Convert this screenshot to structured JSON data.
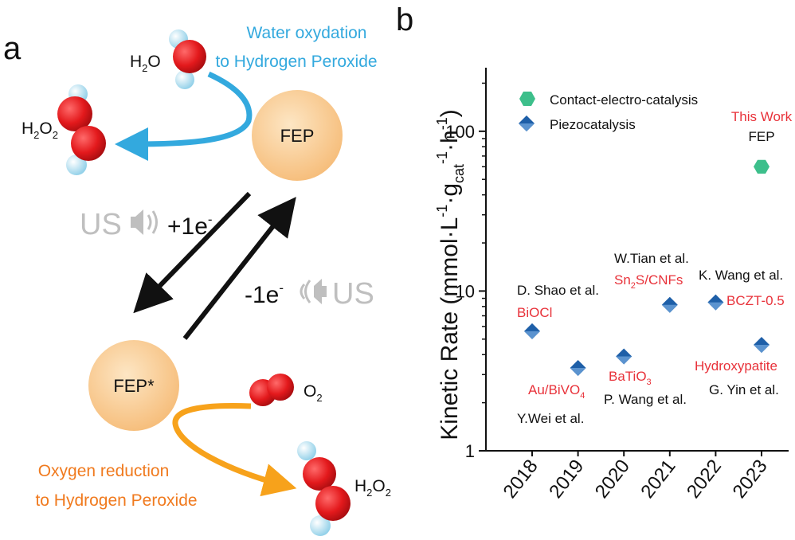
{
  "panel_a": {
    "label": "a",
    "water_oxidation": [
      "Water oxydation",
      "to Hydrogen Peroxide"
    ],
    "oxygen_reduction": [
      "Oxygen reduction",
      "to Hydrogen Peroxide"
    ],
    "fep": "FEP",
    "fep_star": "FEP*",
    "h2o": {
      "main": "H",
      "sub": "2",
      "rest": "O"
    },
    "h2o2_left": {
      "main": "H",
      "sub1": "2",
      "mid": "O",
      "sub2": "2"
    },
    "h2o2_right": {
      "main": "H",
      "sub1": "2",
      "mid": "O",
      "sub2": "2"
    },
    "o2": {
      "main": "O",
      "sub": "2"
    },
    "us_left": "US",
    "us_right": "US",
    "plus_e": {
      "main": "+1e",
      "sup": "-"
    },
    "minus_e": {
      "main": "-1e",
      "sup": "-"
    },
    "colors": {
      "blue": "#33a9de",
      "orange": "#f7a21b",
      "sphere": "#f9c98a",
      "gray": "#bfbfbf"
    }
  },
  "chart_data": {
    "panel_label": "b",
    "type": "scatter",
    "yscale": "log",
    "ylim": [
      1,
      250
    ],
    "ylabel": {
      "p1": "Kinetic Rate (mmol·L",
      "s1": "-1",
      "p2": "·g",
      "sub": "cat",
      "s2": "-1",
      "p3": "·h",
      "s3": "-1",
      "p4": ")"
    },
    "yticks": [
      {
        "value": 1,
        "label": "1"
      },
      {
        "value": 10,
        "label": "10"
      },
      {
        "value": 100,
        "label": "100"
      }
    ],
    "categories": [
      "2018",
      "2019",
      "2020",
      "2021",
      "2022",
      "2023"
    ],
    "legend": [
      {
        "name": "Contact-electro-catalysis",
        "marker": "hexagon",
        "color": "#3dbf8b"
      },
      {
        "name": "Piezocatalysis",
        "marker": "diamond",
        "color": "#1e5fa8"
      }
    ],
    "series": [
      {
        "name": "Contact-electro-catalysis",
        "points": [
          {
            "x": "2023",
            "y": 60
          }
        ]
      },
      {
        "name": "Piezocatalysis",
        "points": [
          {
            "x": "2018",
            "y": 5.6
          },
          {
            "x": "2019",
            "y": 3.3
          },
          {
            "x": "2020",
            "y": 3.9
          },
          {
            "x": "2021",
            "y": 8.2
          },
          {
            "x": "2022",
            "y": 8.5
          },
          {
            "x": "2023",
            "y": 4.6
          }
        ]
      }
    ],
    "annotations": {
      "this_work": "This Work",
      "fep": "FEP",
      "shao": "D. Shao et al.",
      "biocl": "BiOCl",
      "au_bivo": {
        "main": "Au/BiVO",
        "sub": "4"
      },
      "wei": "Y.Wei et al.",
      "batio": {
        "main": "BaTiO",
        "sub": "3"
      },
      "pwang": "P. Wang et al.",
      "tian": "W.Tian et al.",
      "sn2s": {
        "main": "Sn",
        "sub": "2",
        "rest": "S/CNFs"
      },
      "kwang": "K. Wang et al.",
      "bczt": "BCZT-0.5",
      "hydroxy": "Hydroxypatite",
      "yin": "G. Yin et al."
    },
    "colors": {
      "red": "#e8323a",
      "dark": "#1a1a1a"
    }
  }
}
